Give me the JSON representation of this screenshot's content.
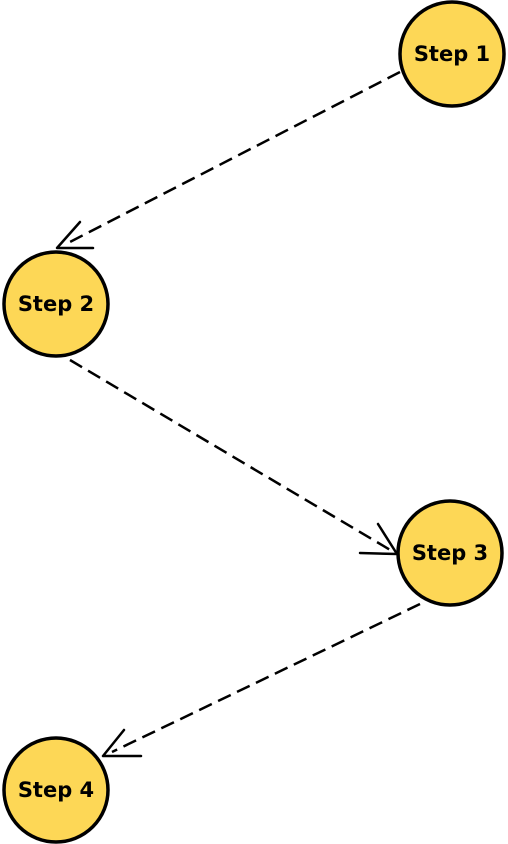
{
  "diagram": {
    "node_color": "#fdd756",
    "stroke_color": "#000000",
    "nodes": [
      {
        "id": "step1",
        "label": "Step 1"
      },
      {
        "id": "step2",
        "label": "Step 2"
      },
      {
        "id": "step3",
        "label": "Step 3"
      },
      {
        "id": "step4",
        "label": "Step 4"
      }
    ],
    "edges": [
      {
        "from": "step1",
        "to": "step2",
        "style": "dashed"
      },
      {
        "from": "step2",
        "to": "step3",
        "style": "dashed"
      },
      {
        "from": "step3",
        "to": "step4",
        "style": "dashed"
      }
    ]
  }
}
